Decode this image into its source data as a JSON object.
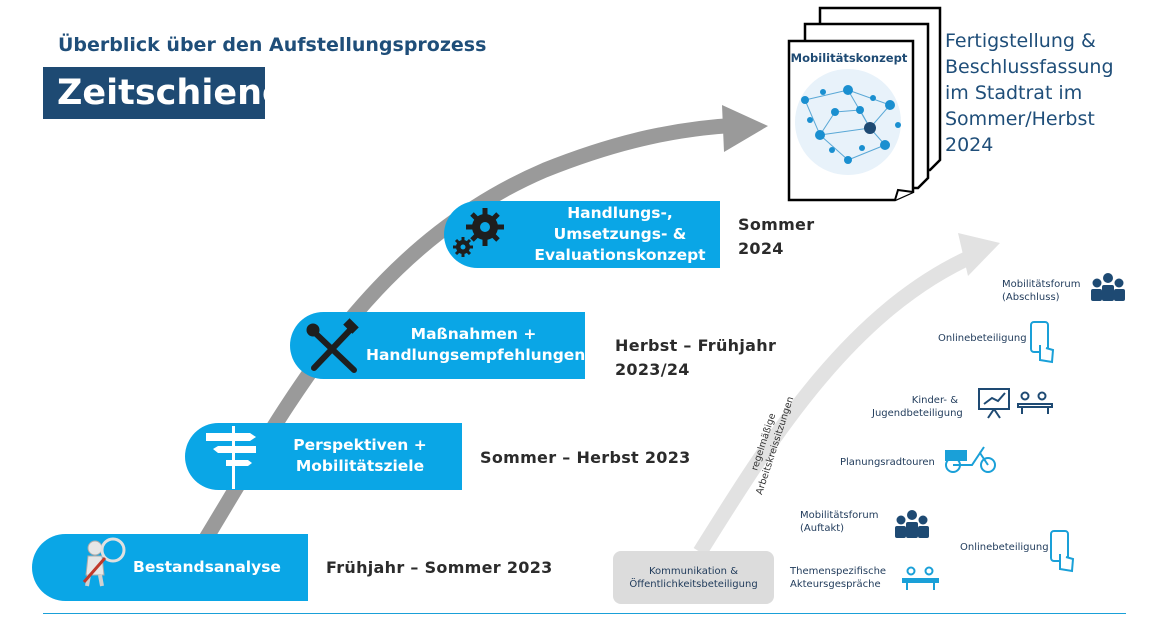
{
  "header": {
    "subtitle": "Überblick über den Aufstellungsprozess",
    "title": "Zeitschiene"
  },
  "stages": [
    {
      "label": "Bestandsanalyse",
      "time": "Frühjahr – Sommer 2023",
      "icon": "magnifier-figure-icon"
    },
    {
      "label": "Perspektiven +\nMobilitätsziele",
      "time": "Sommer – Herbst 2023",
      "icon": "signpost-icon"
    },
    {
      "label": "Maßnahmen +\nHandlungsempfehlungen",
      "time": "Herbst – Frühjahr\n2023/24",
      "icon": "tools-icon"
    },
    {
      "label": "Handlungs-,\nUmsetzungs- &\nEvaluationskonzept",
      "time": "Sommer\n2024",
      "icon": "gears-icon"
    }
  ],
  "document": {
    "title": "Mobilitätskonzept"
  },
  "final_text": "Fertigstellung &\nBeschlussfassung\nim Stadtrat im\nSommer/Herbst\n2024",
  "participation": {
    "box_label": "Kommunikation &\nÖffentlichkeitsbeteiligung",
    "arrow_label": "regelmäßige\nArbeitskreissitzungen",
    "items": [
      {
        "label": "Mobilitätsforum\n(Abschluss)",
        "icon": "group-icon"
      },
      {
        "label": "Onlinebeteiligung",
        "icon": "smartphone-icon"
      },
      {
        "label": "Kinder- &\nJugendbeteiligung",
        "icon": "presentation-icon"
      },
      {
        "label": "Planungsradtouren",
        "icon": "cargo-bike-icon"
      },
      {
        "label": "Mobilitätsforum\n(Auftakt)",
        "icon": "group-icon"
      },
      {
        "label": "Onlinebeteiligung",
        "icon": "smartphone-icon"
      },
      {
        "label": "Themenspezifische\nAkteursgespräche",
        "icon": "meeting-icon"
      }
    ]
  },
  "colors": {
    "stage_blue": "#0aa6e6",
    "navy": "#1e4a73",
    "arrow_gray": "#9a9a9a",
    "light_arrow": "#e2e2e2"
  }
}
